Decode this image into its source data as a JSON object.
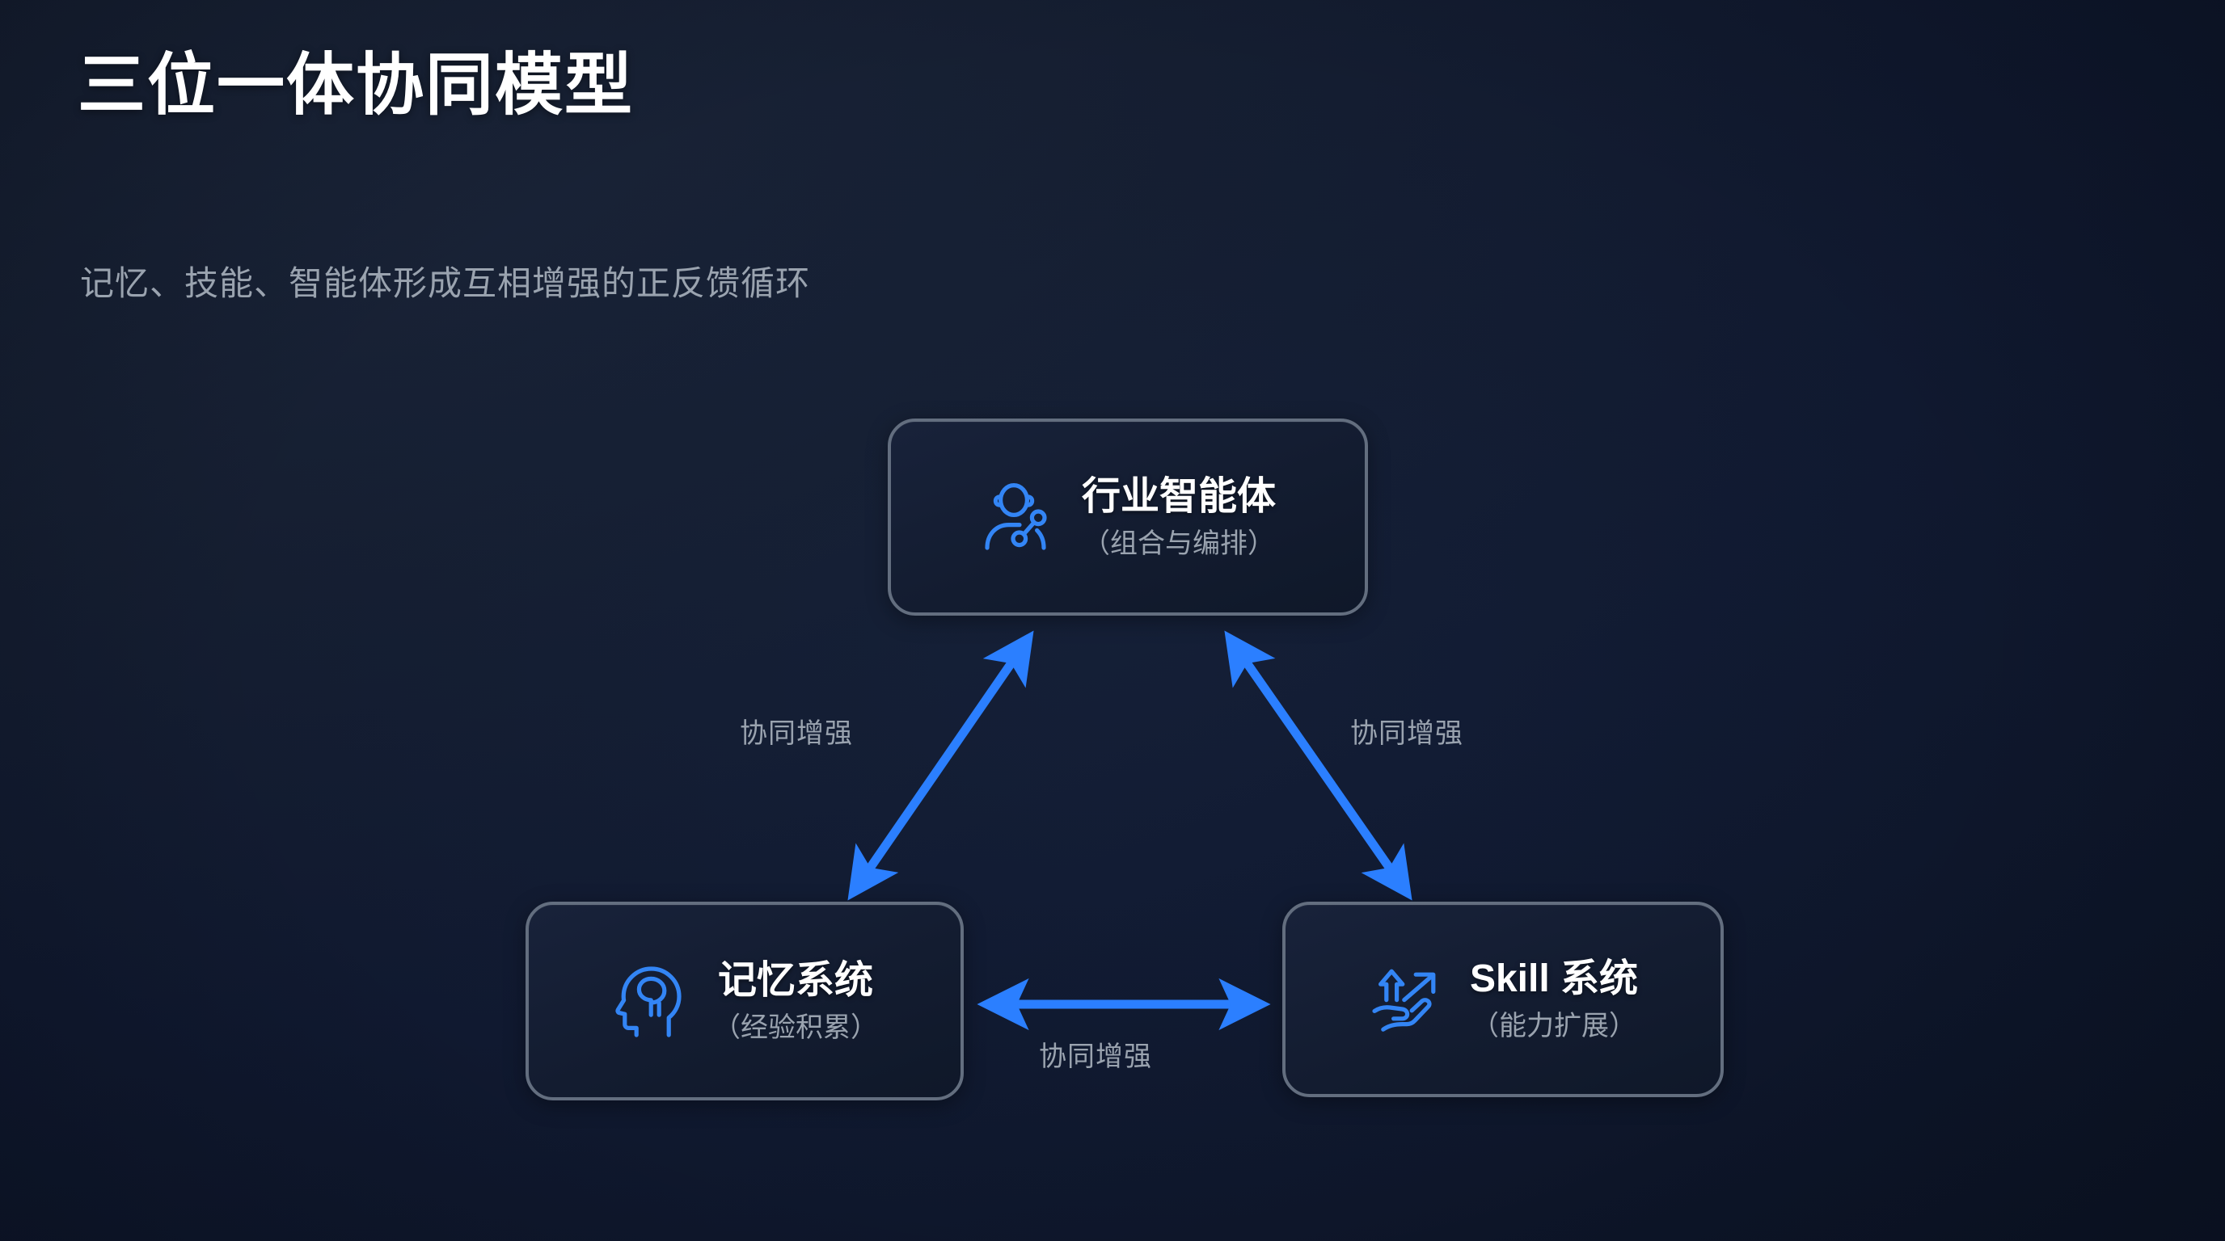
{
  "header": {
    "title": "三位一体协同模型",
    "subtitle": "记忆、技能、智能体形成互相增强的正反馈循环"
  },
  "theme": {
    "background_top_left": "#1a2438",
    "background_bottom_right": "#0c1426",
    "card_border": "#636e7f",
    "card_fill": "#131c30",
    "accent_blue": "#2b7fff",
    "icon_blue": "#3385f5",
    "title_color": "#ffffff",
    "muted_text": "#9aa3af"
  },
  "diagram": {
    "type": "triad-cycle",
    "nodes": [
      {
        "id": "agent",
        "title": "行业智能体",
        "subtitle": "（组合与编排）",
        "icon": "agent-network-icon",
        "position": "top-center"
      },
      {
        "id": "memory",
        "title": "记忆系统",
        "subtitle": "（经验积累）",
        "icon": "brain-head-icon",
        "position": "bottom-left"
      },
      {
        "id": "skill",
        "title": "Skill 系统",
        "subtitle": "（能力扩展）",
        "icon": "hand-growth-arrows-icon",
        "position": "bottom-right"
      }
    ],
    "edges": [
      {
        "id": "memory-agent",
        "from": "memory",
        "to": "agent",
        "label": "协同增强",
        "arrow": "double",
        "color": "#2b7fff"
      },
      {
        "id": "agent-skill",
        "from": "agent",
        "to": "skill",
        "label": "协同增强",
        "arrow": "double",
        "color": "#2b7fff"
      },
      {
        "id": "memory-skill",
        "from": "memory",
        "to": "skill",
        "label": "协同增强",
        "arrow": "double",
        "color": "#2b7fff"
      }
    ]
  }
}
